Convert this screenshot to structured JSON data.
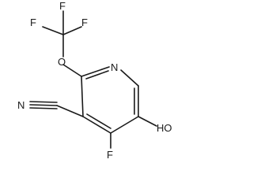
{
  "molecule": {
    "atoms": {
      "f_top_left": "F",
      "f_top_mid": "F",
      "f_top_right": "F",
      "o_ether": "O",
      "n_ring": "N",
      "n_nitrile": "N",
      "f_ring": "F",
      "oh": "HO"
    }
  }
}
